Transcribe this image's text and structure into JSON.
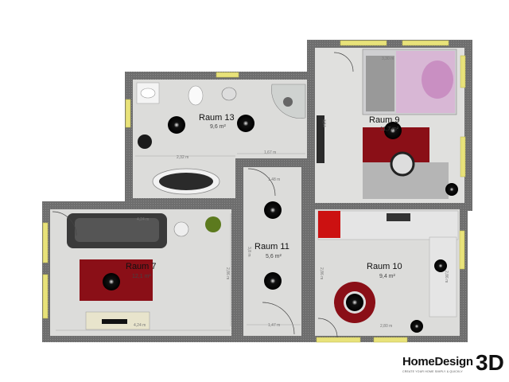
{
  "rooms": {
    "r13": {
      "name": "Raum 13",
      "area": "9,6 m²"
    },
    "r9": {
      "name": "Raum 9",
      "area": "11,7 m²"
    },
    "r7": {
      "name": "Raum 7",
      "area": "12,1 m²"
    },
    "r11": {
      "name": "Raum 11",
      "area": "5,6 m²"
    },
    "r10": {
      "name": "Raum 10",
      "area": "9,4 m²"
    }
  },
  "dimensions": {
    "d1": "2,32 m",
    "d2": "1,67 m",
    "d3": "1,48 m",
    "d4": "4,24 m",
    "d5": "2,86 m",
    "d6": "3,8 m",
    "d7": "1,47 m",
    "d8": "2,86 m",
    "d9": "2,86 m",
    "d10": "3,30 m",
    "d11": "3,54",
    "d12": "4,24 m",
    "d13": "2,80 m"
  },
  "logo": {
    "home": "HomeDesign",
    "three": "3D",
    "tagline": "CREATE YOUR HOME SIMPLY & QUICKLY"
  },
  "colors": {
    "wall": "#6b6b6b",
    "floor": "#dcdcda",
    "accent_red": "#8a0f17",
    "window": "#e8e27a"
  }
}
